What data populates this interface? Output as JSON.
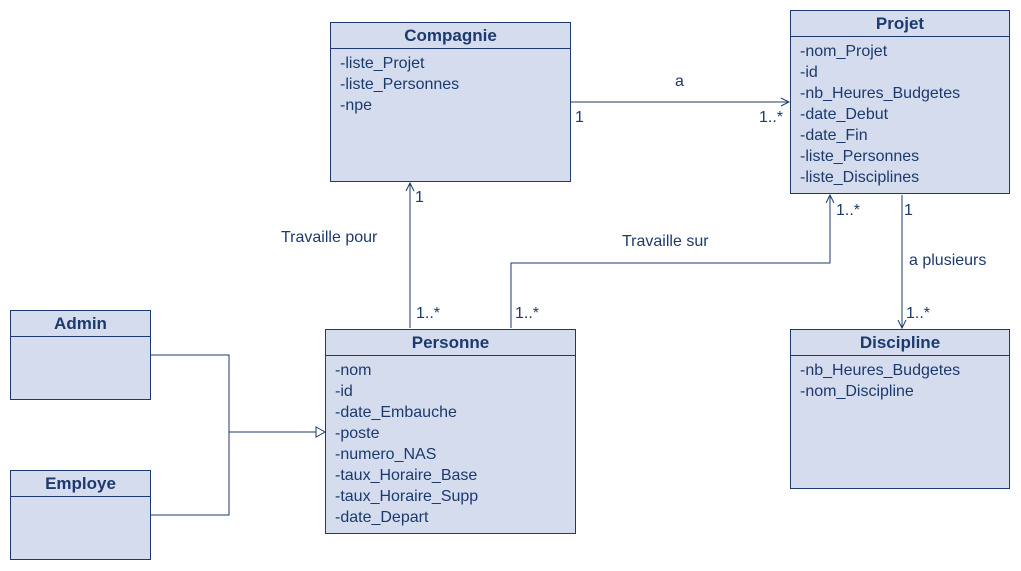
{
  "classes": {
    "compagnie": {
      "name": "Compagnie",
      "attributes": [
        "-liste_Projet",
        "-liste_Personnes",
        "-npe"
      ]
    },
    "projet": {
      "name": "Projet",
      "attributes": [
        "-nom_Projet",
        "-id",
        "-nb_Heures_Budgetes",
        "-date_Debut",
        "-date_Fin",
        "-liste_Personnes",
        "-liste_Disciplines"
      ]
    },
    "personne": {
      "name": "Personne",
      "attributes": [
        "-nom",
        "-id",
        "-date_Embauche",
        "-poste",
        "-numero_NAS",
        "-taux_Horaire_Base",
        "-taux_Horaire_Supp",
        "-date_Depart"
      ]
    },
    "discipline": {
      "name": "Discipline",
      "attributes": [
        "-nb_Heures_Budgetes",
        "-nom_Discipline"
      ]
    },
    "admin": {
      "name": "Admin",
      "attributes": []
    },
    "employe": {
      "name": "Employe",
      "attributes": []
    }
  },
  "associations": {
    "compagnie_projet": {
      "label": "a",
      "mult_source": "1",
      "mult_target": "1..*"
    },
    "personne_compagnie": {
      "label": "Travaille pour",
      "mult_source": "1..*",
      "mult_target": "1"
    },
    "personne_projet": {
      "label": "Travaille sur",
      "mult_source": "1..*",
      "mult_target": "1..*"
    },
    "projet_discipline": {
      "label": "a plusieurs",
      "mult_source": "1",
      "mult_target": "1..*"
    }
  },
  "colors": {
    "fill": "#d4dcee",
    "stroke": "#1c3a6e"
  }
}
